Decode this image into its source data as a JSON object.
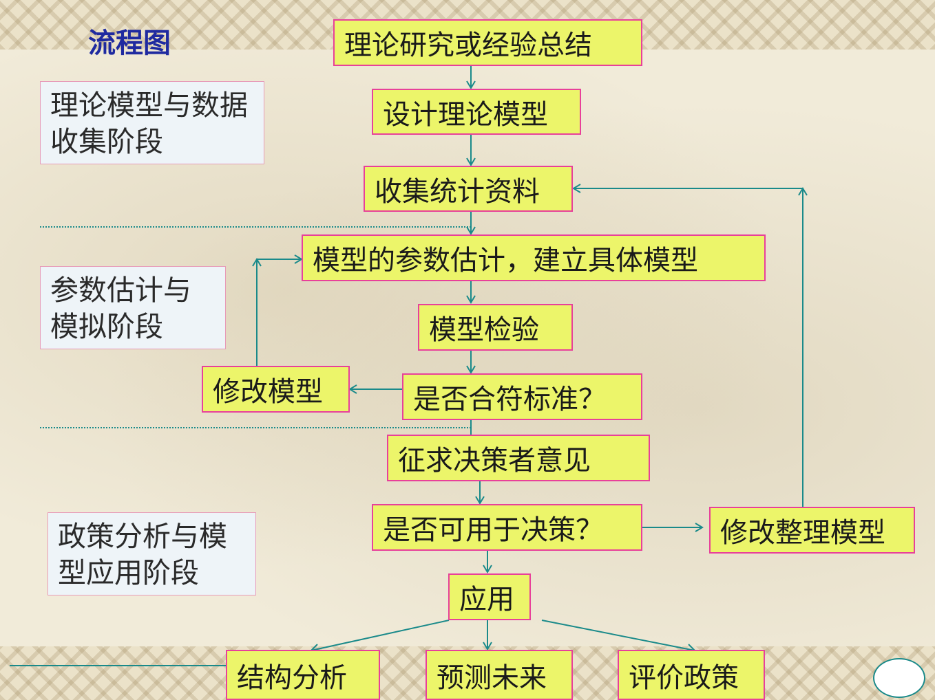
{
  "title": "流程图",
  "stages": {
    "data_collection": "理论模型与数据收集阶段",
    "estimation": "参数估计与模拟阶段",
    "application": "政策分析与模型应用阶段"
  },
  "nodes": {
    "theory": "理论研究或经验总结",
    "design_model": "设计理论模型",
    "collect_data": "收集统计资料",
    "estimate": "模型的参数估计，建立具体模型",
    "test_model": "模型检验",
    "meets_standard": "是否合符标准？",
    "modify_model": "修改模型",
    "seek_opinion": "征求决策者意见",
    "usable": "是否可用于决策？",
    "revise_model": "修改整理模型",
    "apply": "应用",
    "structure_analysis": "结构分析",
    "forecast": "预测未来",
    "evaluate_policy": "评价政策"
  },
  "colors": {
    "node_fill": "#ecf56a",
    "node_border": "#e8409a",
    "connector": "#1a8a8a",
    "title": "#1f2aa0"
  }
}
